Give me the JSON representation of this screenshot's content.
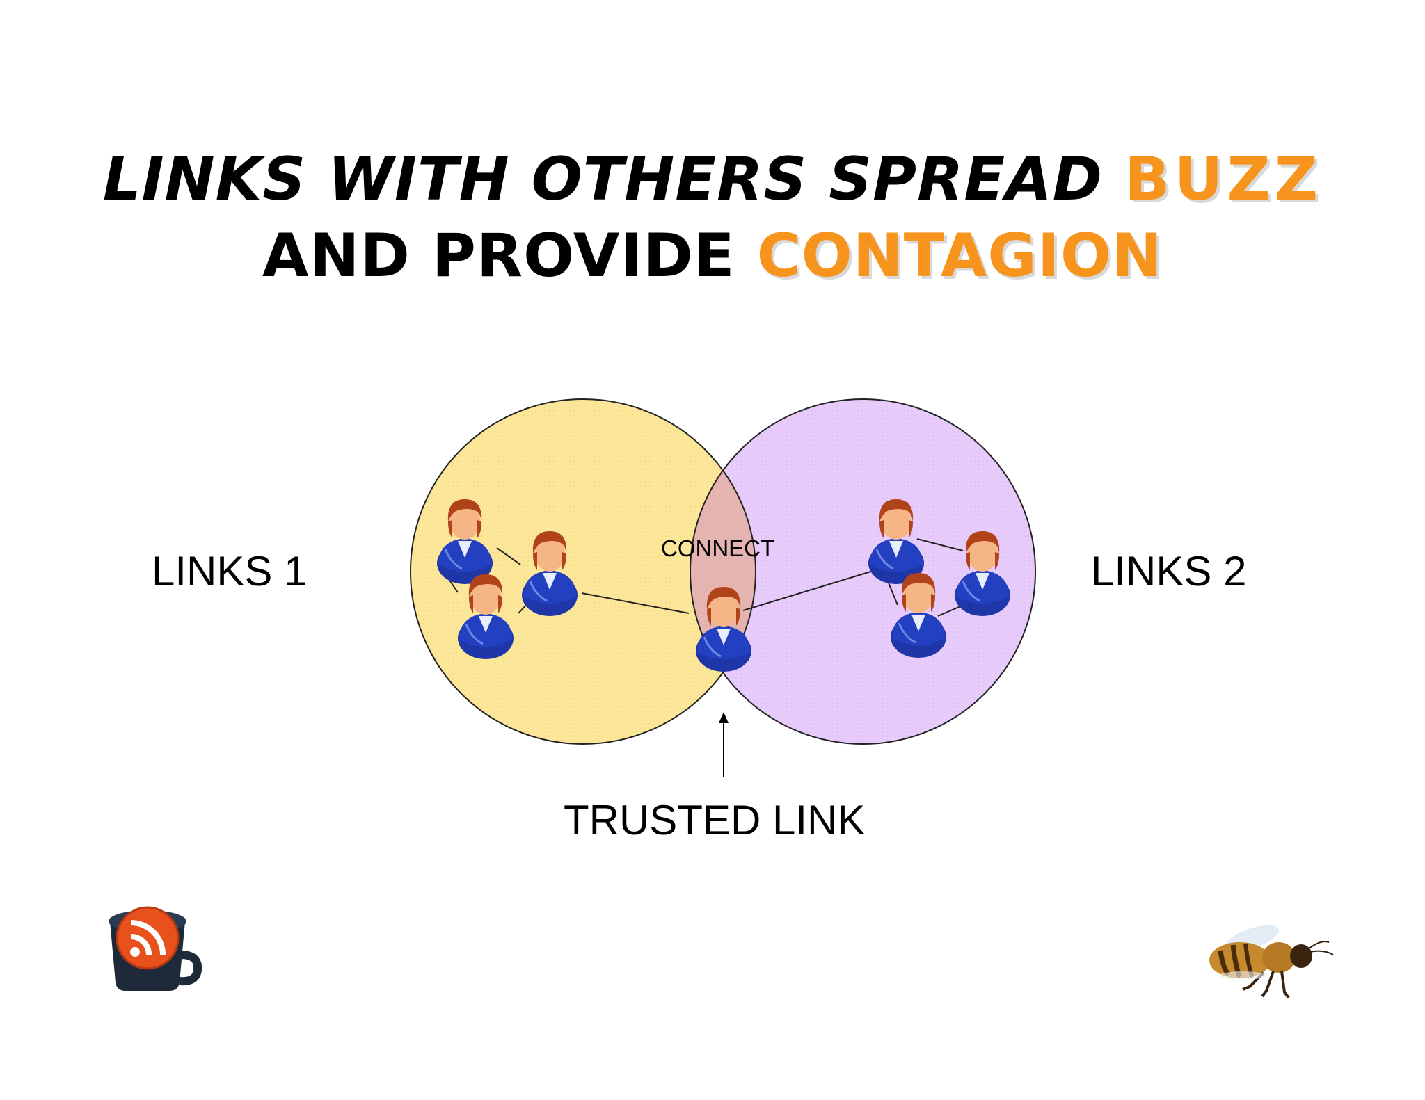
{
  "title": {
    "line1_text": "LINKS WITH OTHERS SPREAD",
    "line1_highlight": "BUZZ",
    "line2_text": "AND PROVIDE",
    "line2_highlight": "CONTAGION"
  },
  "diagram": {
    "left_label": "LINKS 1",
    "right_label": "LINKS 2",
    "center_label": "CONNECT",
    "bottom_label": "TRUSTED LINK",
    "colors": {
      "left_circle": "#fbe69a",
      "right_circle": "#e7ccfb",
      "overlap": "#e6b4b0",
      "accent": "#f7941d",
      "person_body": "#1f36a8",
      "person_hair": "#b0431a",
      "person_skin": "#f6b585"
    }
  },
  "icons": {
    "bottom_left": "rss-mug-icon",
    "bottom_right": "bee-icon",
    "person": "person-icon"
  }
}
